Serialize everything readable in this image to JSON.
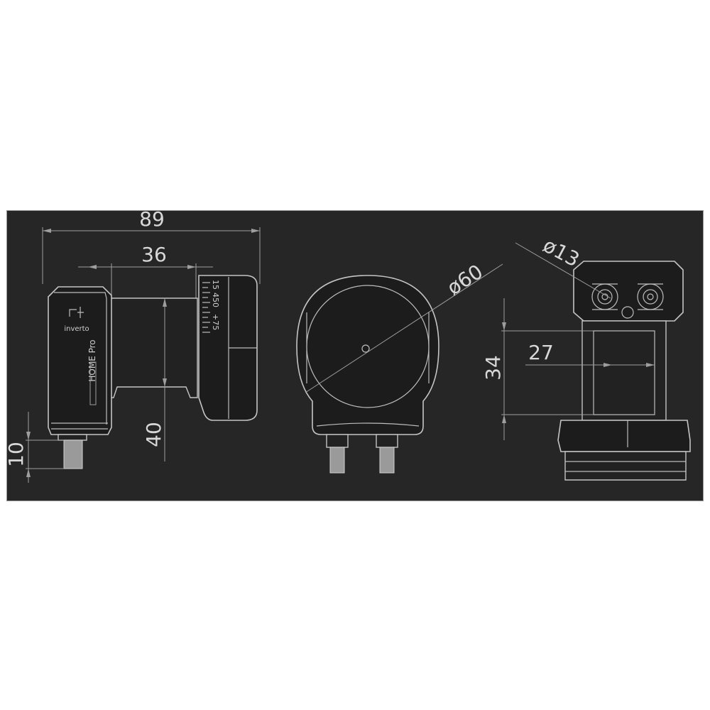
{
  "dimensions": {
    "total_length": "89",
    "body_length": "36",
    "connector_height": "10",
    "body_height": "40",
    "feed_diameter": "ø60",
    "connector_diameter": "ø13",
    "height_right": "34",
    "width_right": "27"
  },
  "product": {
    "brand": "inverto",
    "model": "HOME Pro",
    "scale_marks": [
      "15",
      "450",
      "+75"
    ]
  },
  "colors": {
    "panel_background": "#262626",
    "line": "#c4c4c4",
    "text": "#d8d8d8"
  }
}
